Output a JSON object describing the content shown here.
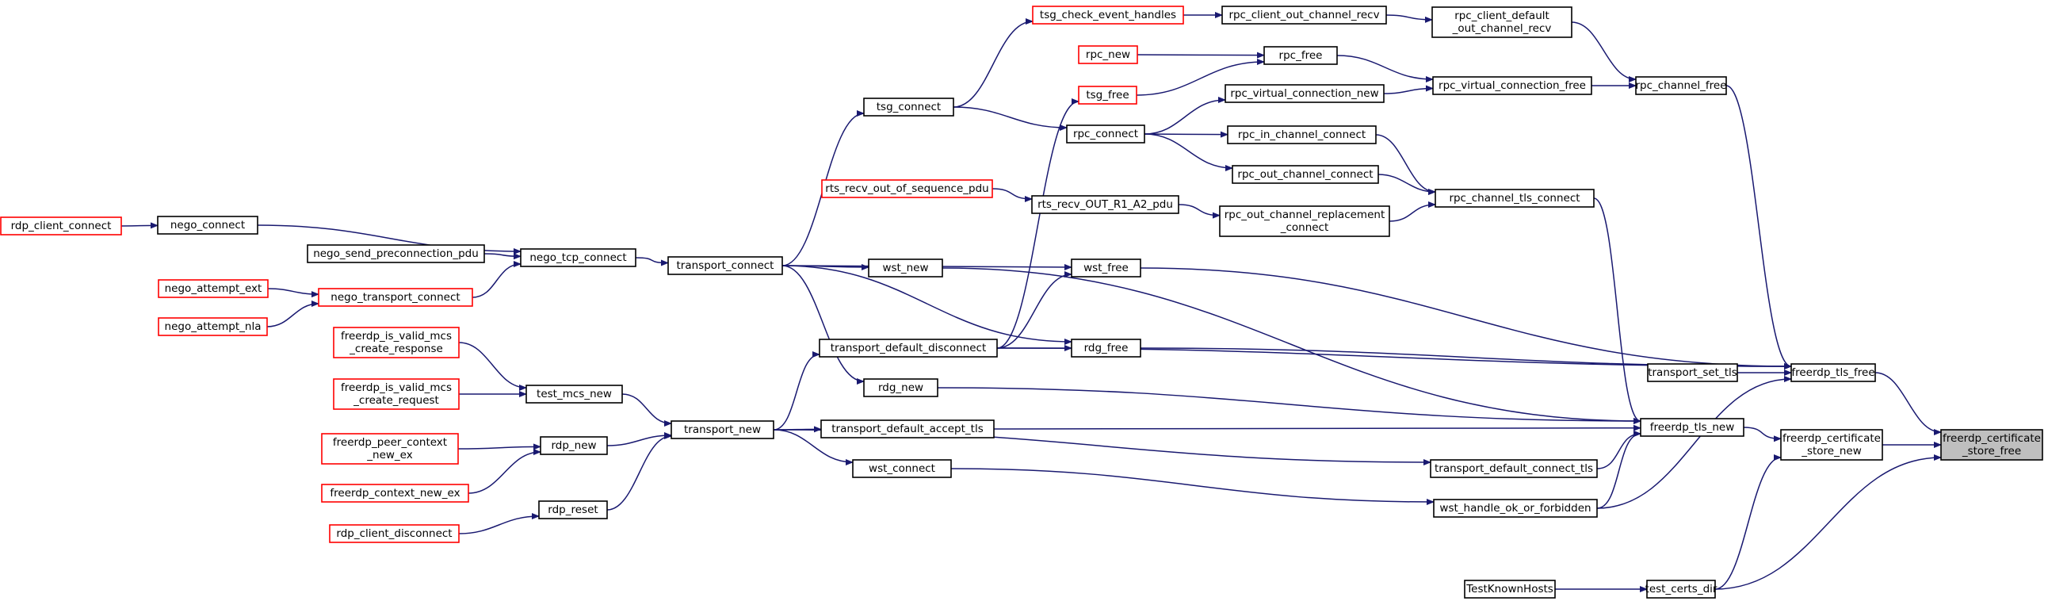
{
  "colors": {
    "edge": "#191970",
    "normal_border": "#000000",
    "red_border": "#ff0000",
    "focus_fill": "#bfbfbf",
    "node_fill": "#ffffff"
  },
  "nodes": [
    {
      "id": "focus",
      "lines": [
        "freerdp_certificate",
        "_store_free"
      ],
      "style": "focus"
    },
    {
      "id": "tls_free",
      "lines": [
        "freerdp_tls_free"
      ],
      "style": "normal"
    },
    {
      "id": "cert_store_new",
      "lines": [
        "freerdp_certificate",
        "_store_new"
      ],
      "style": "normal"
    },
    {
      "id": "test_certs_dir",
      "lines": [
        "test_certs_dir"
      ],
      "style": "normal"
    },
    {
      "id": "known_hosts",
      "lines": [
        "TestKnownHosts"
      ],
      "style": "normal"
    },
    {
      "id": "rpc_channel_free",
      "lines": [
        "rpc_channel_free"
      ],
      "style": "normal"
    },
    {
      "id": "transport_set_tls",
      "lines": [
        "transport_set_tls"
      ],
      "style": "normal"
    },
    {
      "id": "tls_new",
      "lines": [
        "freerdp_tls_new"
      ],
      "style": "normal"
    },
    {
      "id": "rpc_client_default_out",
      "lines": [
        "rpc_client_default",
        "_out_channel_recv"
      ],
      "style": "normal"
    },
    {
      "id": "rpc_vc_free",
      "lines": [
        "rpc_virtual_connection_free"
      ],
      "style": "normal"
    },
    {
      "id": "rpc_channel_tls_connect",
      "lines": [
        "rpc_channel_tls_connect"
      ],
      "style": "normal"
    },
    {
      "id": "transport_default_connect_tls",
      "lines": [
        "transport_default_connect_tls"
      ],
      "style": "normal"
    },
    {
      "id": "wst_handle_ok",
      "lines": [
        "wst_handle_ok_or_forbidden"
      ],
      "style": "normal"
    },
    {
      "id": "rpc_client_out_recv",
      "lines": [
        "rpc_client_out_channel_recv"
      ],
      "style": "normal"
    },
    {
      "id": "rpc_free",
      "lines": [
        "rpc_free"
      ],
      "style": "normal"
    },
    {
      "id": "rpc_vc_new",
      "lines": [
        "rpc_virtual_connection_new"
      ],
      "style": "normal"
    },
    {
      "id": "rpc_in_connect",
      "lines": [
        "rpc_in_channel_connect"
      ],
      "style": "normal"
    },
    {
      "id": "rpc_out_connect",
      "lines": [
        "rpc_out_channel_connect"
      ],
      "style": "normal"
    },
    {
      "id": "rpc_out_replacement",
      "lines": [
        "rpc_out_channel_replacement",
        "_connect"
      ],
      "style": "normal"
    },
    {
      "id": "tsg_check",
      "lines": [
        "tsg_check_event_handles"
      ],
      "style": "red"
    },
    {
      "id": "rpc_new",
      "lines": [
        "rpc_new"
      ],
      "style": "red"
    },
    {
      "id": "tsg_free",
      "lines": [
        "tsg_free"
      ],
      "style": "red"
    },
    {
      "id": "rpc_connect",
      "lines": [
        "rpc_connect"
      ],
      "style": "normal"
    },
    {
      "id": "rts_recv_out",
      "lines": [
        "rts_recv_OUT_R1_A2_pdu"
      ],
      "style": "normal"
    },
    {
      "id": "rts_recv_seq",
      "lines": [
        "rts_recv_out_of_sequence_pdu"
      ],
      "style": "red"
    },
    {
      "id": "wst_free",
      "lines": [
        "wst_free"
      ],
      "style": "normal"
    },
    {
      "id": "rdg_free",
      "lines": [
        "rdg_free"
      ],
      "style": "normal"
    },
    {
      "id": "tsg_connect",
      "lines": [
        "tsg_connect"
      ],
      "style": "normal"
    },
    {
      "id": "wst_new",
      "lines": [
        "wst_new"
      ],
      "style": "normal"
    },
    {
      "id": "transport_default_disconnect",
      "lines": [
        "transport_default_disconnect"
      ],
      "style": "normal"
    },
    {
      "id": "rdg_new",
      "lines": [
        "rdg_new"
      ],
      "style": "normal"
    },
    {
      "id": "transport_default_accept_tls",
      "lines": [
        "transport_default_accept_tls"
      ],
      "style": "normal"
    },
    {
      "id": "wst_connect",
      "lines": [
        "wst_connect"
      ],
      "style": "normal"
    },
    {
      "id": "transport_connect",
      "lines": [
        "transport_connect"
      ],
      "style": "normal"
    },
    {
      "id": "transport_new",
      "lines": [
        "transport_new"
      ],
      "style": "normal"
    },
    {
      "id": "nego_tcp_connect",
      "lines": [
        "nego_tcp_connect"
      ],
      "style": "normal"
    },
    {
      "id": "test_mcs_new",
      "lines": [
        "test_mcs_new"
      ],
      "style": "normal"
    },
    {
      "id": "rdp_new",
      "lines": [
        "rdp_new"
      ],
      "style": "normal"
    },
    {
      "id": "rdp_reset",
      "lines": [
        "rdp_reset"
      ],
      "style": "normal"
    },
    {
      "id": "nego_connect",
      "lines": [
        "nego_connect"
      ],
      "style": "normal"
    },
    {
      "id": "nego_send_precon",
      "lines": [
        "nego_send_preconnection_pdu"
      ],
      "style": "normal"
    },
    {
      "id": "nego_transport_connect",
      "lines": [
        "nego_transport_connect"
      ],
      "style": "red"
    },
    {
      "id": "rdp_client_connect",
      "lines": [
        "rdp_client_connect"
      ],
      "style": "red"
    },
    {
      "id": "nego_attempt_ext",
      "lines": [
        "nego_attempt_ext"
      ],
      "style": "red"
    },
    {
      "id": "nego_attempt_nla",
      "lines": [
        "nego_attempt_nla"
      ],
      "style": "red"
    },
    {
      "id": "valid_mcs_response",
      "lines": [
        "freerdp_is_valid_mcs",
        "_create_response"
      ],
      "style": "red"
    },
    {
      "id": "valid_mcs_request",
      "lines": [
        "freerdp_is_valid_mcs",
        "_create_request"
      ],
      "style": "red"
    },
    {
      "id": "peer_context_new",
      "lines": [
        "freerdp_peer_context",
        "_new_ex"
      ],
      "style": "red"
    },
    {
      "id": "context_new",
      "lines": [
        "freerdp_context_new_ex"
      ],
      "style": "red"
    },
    {
      "id": "rdp_client_disconnect",
      "lines": [
        "rdp_client_disconnect"
      ],
      "style": "red"
    }
  ],
  "edges": [
    [
      "tls_free",
      "focus"
    ],
    [
      "cert_store_new",
      "focus"
    ],
    [
      "test_certs_dir",
      "focus"
    ],
    [
      "rpc_channel_free",
      "tls_free"
    ],
    [
      "transport_set_tls",
      "tls_free"
    ],
    [
      "wst_free",
      "tls_free"
    ],
    [
      "rdg_free",
      "tls_free"
    ],
    [
      "transport_default_disconnect",
      "tls_free"
    ],
    [
      "wst_handle_ok",
      "tls_free"
    ],
    [
      "tls_new",
      "cert_store_new"
    ],
    [
      "test_certs_dir",
      "cert_store_new"
    ],
    [
      "known_hosts",
      "test_certs_dir"
    ],
    [
      "rpc_client_default_out",
      "rpc_channel_free"
    ],
    [
      "rpc_vc_free",
      "rpc_channel_free"
    ],
    [
      "rpc_channel_tls_connect",
      "tls_new"
    ],
    [
      "wst_new",
      "tls_new"
    ],
    [
      "rdg_new",
      "tls_new"
    ],
    [
      "transport_default_accept_tls",
      "tls_new"
    ],
    [
      "transport_default_connect_tls",
      "tls_new"
    ],
    [
      "wst_handle_ok",
      "tls_new"
    ],
    [
      "rpc_client_out_recv",
      "rpc_client_default_out"
    ],
    [
      "rpc_free",
      "rpc_vc_free"
    ],
    [
      "rpc_vc_new",
      "rpc_vc_free"
    ],
    [
      "rpc_in_connect",
      "rpc_channel_tls_connect"
    ],
    [
      "rpc_out_connect",
      "rpc_channel_tls_connect"
    ],
    [
      "rpc_out_replacement",
      "rpc_channel_tls_connect"
    ],
    [
      "transport_new",
      "transport_default_connect_tls"
    ],
    [
      "wst_connect",
      "wst_handle_ok"
    ],
    [
      "tsg_check",
      "rpc_client_out_recv"
    ],
    [
      "rpc_new",
      "rpc_free"
    ],
    [
      "tsg_free",
      "rpc_free"
    ],
    [
      "rpc_connect",
      "rpc_vc_new"
    ],
    [
      "rpc_connect",
      "rpc_in_connect"
    ],
    [
      "rpc_connect",
      "rpc_out_connect"
    ],
    [
      "rts_recv_out",
      "rpc_out_replacement"
    ],
    [
      "tsg_connect",
      "tsg_check"
    ],
    [
      "transport_default_disconnect",
      "tsg_free"
    ],
    [
      "tsg_connect",
      "rpc_connect"
    ],
    [
      "rts_recv_seq",
      "rts_recv_out"
    ],
    [
      "transport_connect",
      "wst_free"
    ],
    [
      "transport_default_disconnect",
      "wst_free"
    ],
    [
      "transport_default_disconnect",
      "rdg_free"
    ],
    [
      "transport_connect",
      "rdg_free"
    ],
    [
      "transport_connect",
      "tsg_connect"
    ],
    [
      "transport_connect",
      "wst_new"
    ],
    [
      "transport_connect",
      "rdg_new"
    ],
    [
      "transport_new",
      "transport_default_disconnect"
    ],
    [
      "transport_new",
      "transport_default_accept_tls"
    ],
    [
      "transport_new",
      "wst_connect"
    ],
    [
      "nego_tcp_connect",
      "transport_connect"
    ],
    [
      "test_mcs_new",
      "transport_new"
    ],
    [
      "rdp_new",
      "transport_new"
    ],
    [
      "rdp_reset",
      "transport_new"
    ],
    [
      "nego_connect",
      "nego_tcp_connect"
    ],
    [
      "nego_send_precon",
      "nego_tcp_connect"
    ],
    [
      "nego_transport_connect",
      "nego_tcp_connect"
    ],
    [
      "rdp_client_connect",
      "nego_connect"
    ],
    [
      "nego_attempt_ext",
      "nego_transport_connect"
    ],
    [
      "nego_attempt_nla",
      "nego_transport_connect"
    ],
    [
      "valid_mcs_response",
      "test_mcs_new"
    ],
    [
      "valid_mcs_request",
      "test_mcs_new"
    ],
    [
      "peer_context_new",
      "rdp_new"
    ],
    [
      "context_new",
      "rdp_new"
    ],
    [
      "rdp_client_disconnect",
      "rdp_reset"
    ]
  ]
}
